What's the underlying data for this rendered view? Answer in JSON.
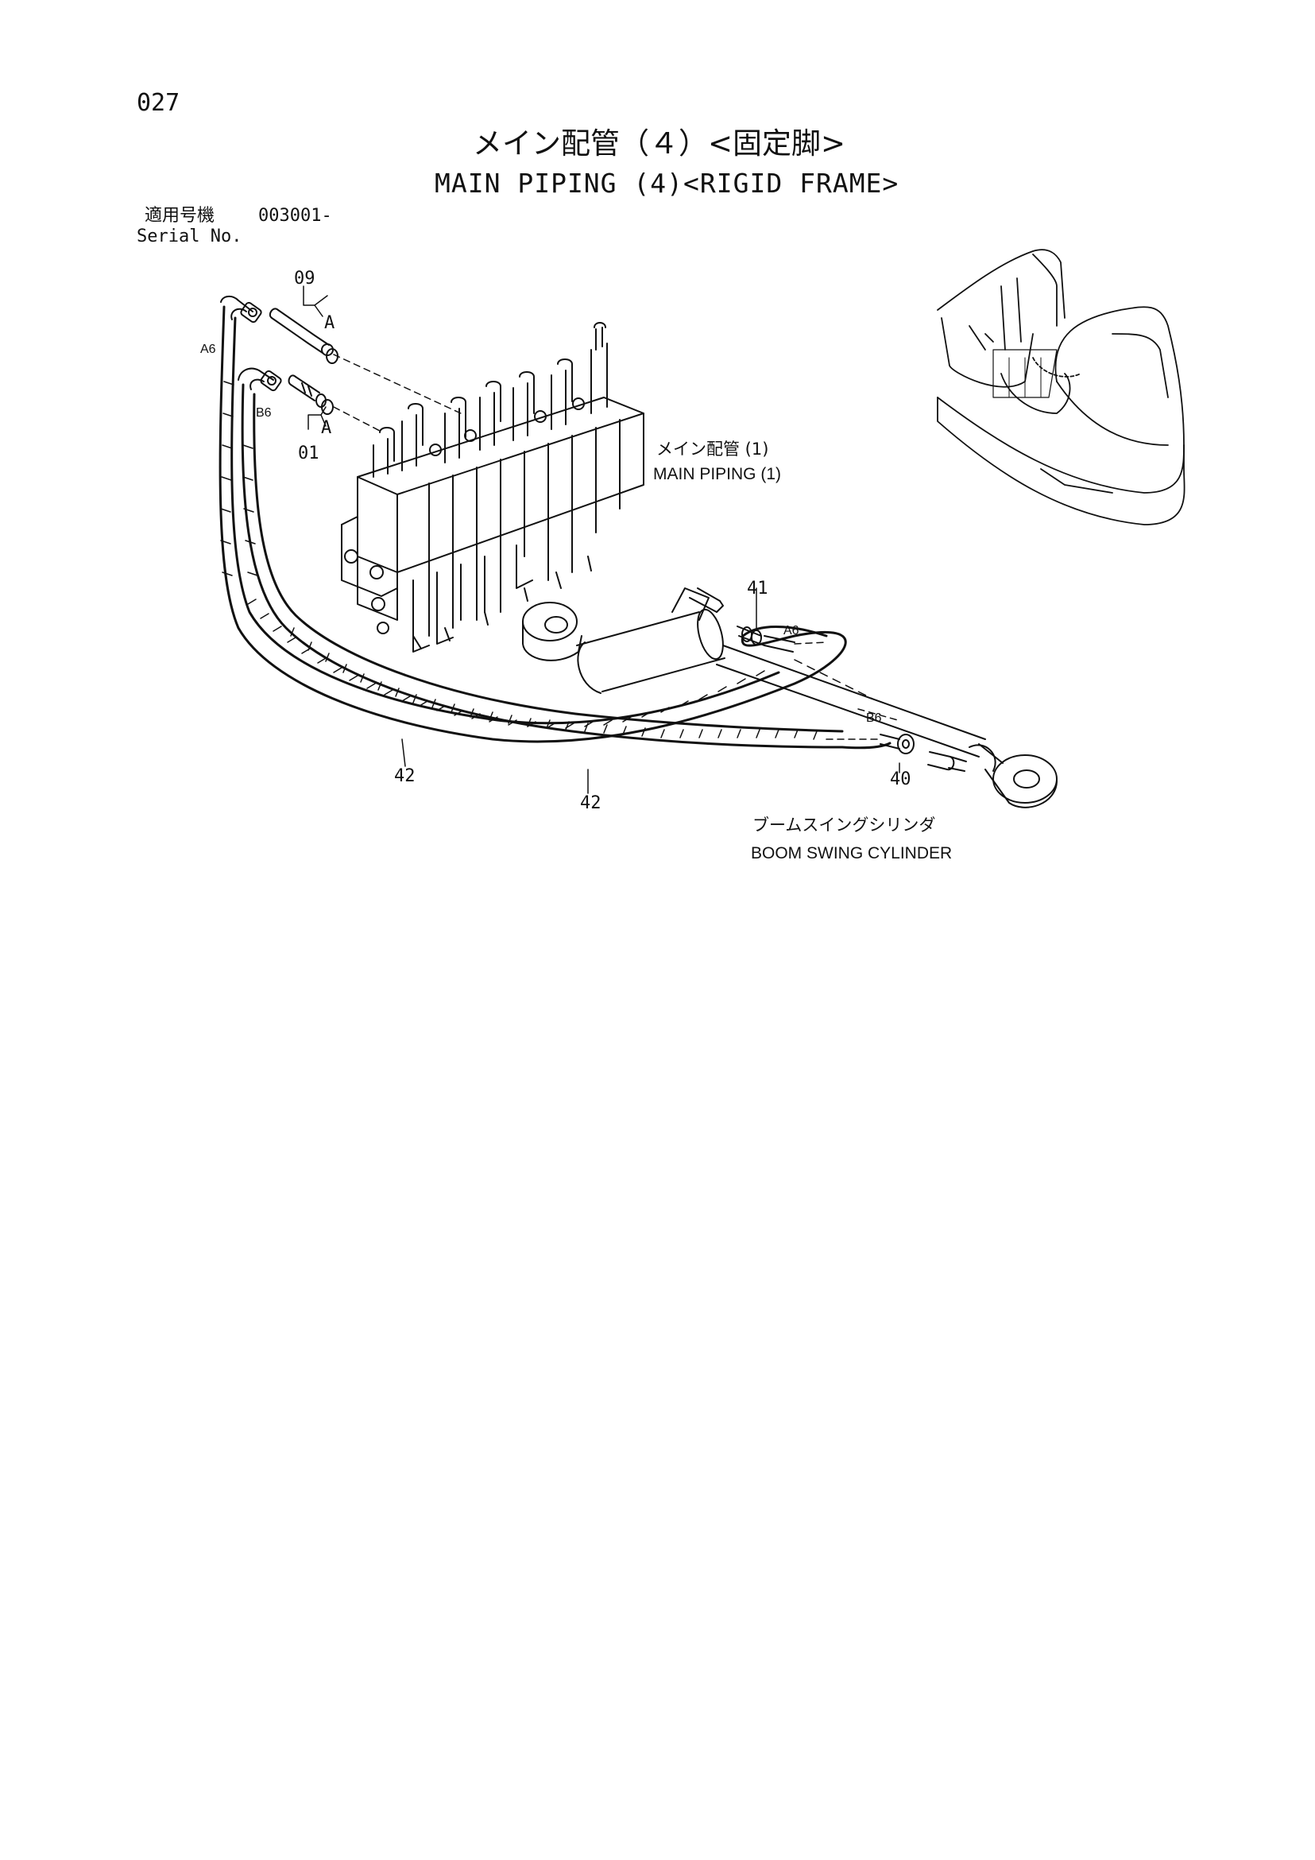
{
  "page": {
    "number": "027",
    "title_jp": "メイン配管（４）<固定脚>",
    "title_en": "MAIN PIPING (4)<RIGID FRAME>"
  },
  "serial": {
    "label_jp": "適用号機",
    "value": "003001-",
    "label_en": "Serial No."
  },
  "callouts": {
    "c09": "09",
    "c01": "01",
    "c41": "41",
    "c40": "40",
    "c42a": "42",
    "c42b": "42",
    "detail_a_top": "A",
    "detail_a_bottom": "A"
  },
  "ports": {
    "a6_left": "A6",
    "b6_left": "B6",
    "a6_right": "A6",
    "b6_right": "B6"
  },
  "labels": {
    "main_piping_jp": "メイン配管 (1)",
    "main_piping_en": "MAIN PIPING (1)",
    "boom_cylinder_jp": "ブームスイングシリンダ",
    "boom_cylinder_en": "BOOM SWING CYLINDER"
  }
}
